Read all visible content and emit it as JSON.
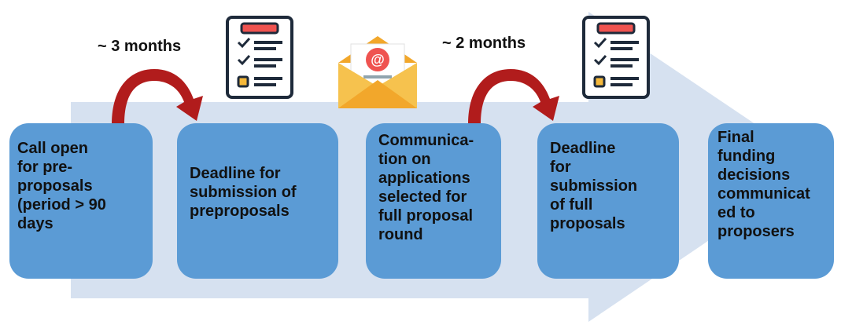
{
  "colors": {
    "background_arrow": "#d6e1f0",
    "step_box": "#5b9bd5",
    "curved_arrow": "#b11c1c",
    "envelope": "#f6b93b",
    "envelope_at": "#ef5350",
    "document_header": "#ef5350"
  },
  "icons": {
    "checklist": "checklist-document-icon",
    "email": "email-envelope-icon",
    "curved_arrow": "curved-arrow-icon"
  },
  "intervals": [
    {
      "label": "~ 3 months"
    },
    {
      "label": "~ 2 months"
    }
  ],
  "steps": [
    {
      "text": "Call open\nfor pre-\nproposals\n(period > 90\ndays"
    },
    {
      "text": "Deadline for\nsubmission of\npreproposals"
    },
    {
      "text": "Communica-\ntion on\napplications\nselected for\nfull proposal\nround"
    },
    {
      "text": "Deadline\nfor\nsubmission\nof full\nproposals"
    },
    {
      "text": "Final\nfunding\ndecisions\ncommunicat\ned to\nproposers"
    }
  ]
}
